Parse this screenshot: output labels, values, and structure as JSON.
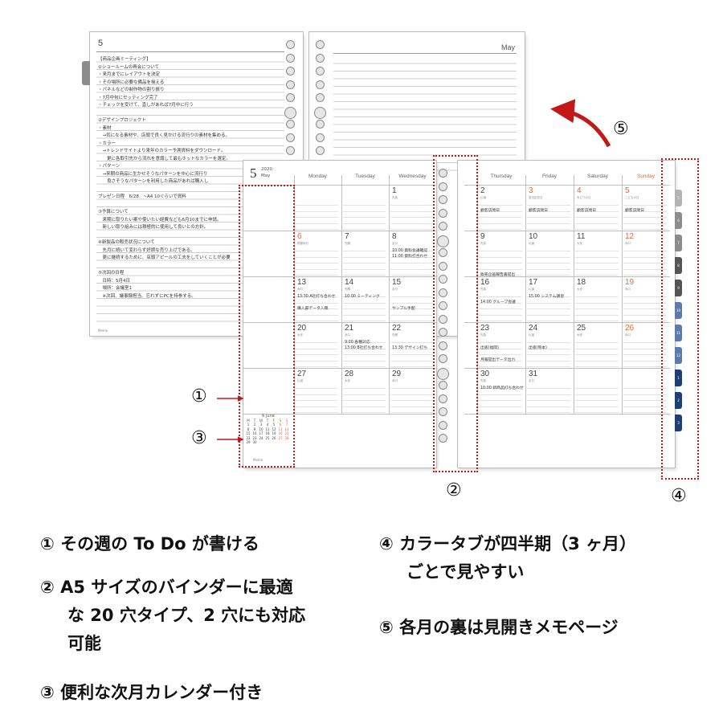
{
  "memo_page": {
    "page_number": "5",
    "month_label": "May",
    "lines": [
      "【商品企画ミーティング】",
      "①ショールームの再会について",
      "・来月までにレイアウトを決定",
      "・その場所に必要な備品を揃える",
      "・パネルなどの制作物の割り振り",
      "・7月中旬にセッティング完了",
      "・チェックを受けて、直しがあれば7月中に行う",
      "",
      "②デザインプロジェクト",
      "・素材",
      "　→気になる素材や、店頭で良く見かける流行りの素材を集める。",
      "・カラー",
      "　→トレンドサイトより来年のカラー予測資料をダウンロード。",
      "　　更に各取引先から流れを意識して最もホットなカラーを選定。",
      "・パターン",
      "　→来期の商品に生かせそうなパターンを中心に流行り",
      "　　良さそうなパターンを利用した商品があれば購入し",
      "",
      "プレゼン日程　6/28　~A4 10ぐらいで資料",
      "",
      "③予算について",
      "　来期に取りたい案や使いたい経費なども6月10までに申請。",
      "　新しい取り組みには積極的に使用して良いとの方針。",
      "",
      "④新製品の販売状況について",
      "　先月に続いて変わらず好調な売り上げである。",
      "　更に継続するために、店頭アピールの工夫をしていくことが必要",
      "",
      "⑤次回の日程",
      "　日時：5月4日",
      "　場所：会議室1",
      "　※次回、議事録担当、忘れずにPCを持参する。"
    ],
    "footer": "Memo"
  },
  "weekly_left": {
    "month_num": "5",
    "year": "2020",
    "month_name": "May",
    "headers": [
      "Monday",
      "Tuesday",
      "Wednesday"
    ],
    "rows": [
      [
        {
          "d": "",
          "s": "",
          "e": []
        },
        {
          "d": "",
          "s": "",
          "e": []
        },
        {
          "d": "1",
          "s": "先負",
          "e": []
        }
      ],
      [
        {
          "d": "6",
          "s": "振替休日",
          "red": true,
          "e": []
        },
        {
          "d": "7",
          "s": "先勝",
          "e": []
        },
        {
          "d": "8",
          "s": "友引",
          "e": [
            "10:00 資料会議確認",
            "11:00 資料打合わせ"
          ]
        }
      ],
      [
        {
          "d": "13",
          "s": "赤口",
          "e": [
            "13:30 A社打ち合わせ",
            "",
            "購入部データ入稿"
          ]
        },
        {
          "d": "14",
          "s": "先勝",
          "e": [
            "10:00 ミーティング"
          ]
        },
        {
          "d": "15",
          "s": "友引",
          "e": [
            "",
            "",
            "サンプル手配"
          ]
        }
      ],
      [
        {
          "d": "20",
          "s": "大安",
          "e": []
        },
        {
          "d": "21",
          "s": "赤口",
          "e": [
            "9:00 各種対応",
            "13:00 B社打ち合わせ"
          ]
        },
        {
          "d": "22",
          "s": "先勝",
          "e": [
            "",
            "13:30 デザイン打ち"
          ]
        }
      ],
      [
        {
          "d": "27",
          "s": "仏滅",
          "e": []
        },
        {
          "d": "28",
          "s": "大安",
          "e": []
        },
        {
          "d": "29",
          "s": "赤口",
          "e": []
        }
      ]
    ],
    "next_month": {
      "title": "6 June",
      "weekdays": [
        "M",
        "T",
        "W",
        "T",
        "F",
        "S",
        "S"
      ],
      "weeks": [
        [
          "1",
          "2",
          "3",
          "4",
          "5",
          "6",
          "7"
        ],
        [
          "8",
          "9",
          "10",
          "11",
          "12",
          "13",
          "14"
        ],
        [
          "15",
          "16",
          "17",
          "18",
          "19",
          "20",
          "21"
        ],
        [
          "22",
          "23",
          "24",
          "25",
          "26",
          "27",
          "28"
        ],
        [
          "29",
          "30",
          "",
          "",
          "",
          "",
          ""
        ]
      ]
    },
    "footer": "Memo"
  },
  "weekly_right": {
    "headers": [
      "Thursday",
      "Friday",
      "Saturday",
      "Sunday"
    ],
    "rows": [
      [
        {
          "d": "2",
          "s": "仏滅",
          "e": [
            "",
            "顧客訪問日"
          ]
        },
        {
          "d": "3",
          "s": "憲法記念日",
          "red": true,
          "e": [
            "",
            "顧客訪問日"
          ]
        },
        {
          "d": "4",
          "s": "みどりの日",
          "red": true,
          "e": [
            "",
            "顧客訪問日"
          ]
        },
        {
          "d": "5",
          "s": "こどもの日",
          "red": true,
          "e": [
            "",
            "顧客訪問日"
          ]
        }
      ],
      [
        {
          "d": "9",
          "s": "先負",
          "e": [
            "",
            "",
            "",
            "",
            "販売企画報告書提出"
          ]
        },
        {
          "d": "10",
          "s": "仏滅",
          "e": []
        },
        {
          "d": "11",
          "s": "大安",
          "e": []
        },
        {
          "d": "12",
          "s": "赤口",
          "red": true,
          "e": []
        }
      ],
      [
        {
          "d": "16",
          "s": "先負",
          "e": [
            "",
            "14:00 グループ会議"
          ]
        },
        {
          "d": "17",
          "s": "仏滅",
          "e": [
            "15:00 システム講習"
          ]
        },
        {
          "d": "18",
          "s": "大安",
          "e": []
        },
        {
          "d": "19",
          "s": "赤口",
          "red": true,
          "e": []
        }
      ],
      [
        {
          "d": "23",
          "s": "先負",
          "e": [
            "",
            "出張(福岡)",
            "",
            "月報提出データ出力"
          ]
        },
        {
          "d": "24",
          "s": "仏滅",
          "e": [
            "",
            "出張(熊本)"
          ]
        },
        {
          "d": "25",
          "s": "大安",
          "e": []
        },
        {
          "d": "26",
          "s": "赤口",
          "red": true,
          "e": []
        }
      ],
      [
        {
          "d": "30",
          "s": "先負",
          "e": [
            "10:00 新商品打ち合わせ"
          ]
        },
        {
          "d": "31",
          "s": "友引",
          "e": []
        },
        {
          "d": "",
          "s": "",
          "e": []
        },
        {
          "d": "",
          "s": "",
          "e": []
        }
      ]
    ],
    "tab_labels": [
      "5",
      "6",
      "7",
      "8",
      "9",
      "10",
      "11",
      "12",
      "1",
      "2",
      "3"
    ],
    "tab_colors": {
      "gray": "#8c8c8c",
      "dark": "#555555",
      "blue": "#5d7aab",
      "navy": "#1f3f73"
    }
  },
  "callouts": {
    "c1": "①",
    "c2": "②",
    "c3": "③",
    "c4": "④",
    "c5": "⑤"
  },
  "features": {
    "f1": "① その週の To Do が書ける",
    "f2_line1": "② A5 サイズのバインダーに最適",
    "f2_line2": "な 20 穴タイプ、2 穴にも対応",
    "f2_line3": "可能",
    "f3": "③ 便利な次月カレンダー付き",
    "f4_line1": "④ カラータブが四半期（3 ヶ月）",
    "f4_line2": "ごとで見やすい",
    "f5": "⑤ 各月の裏は見開きメモページ"
  },
  "accent_red": "#c21818"
}
